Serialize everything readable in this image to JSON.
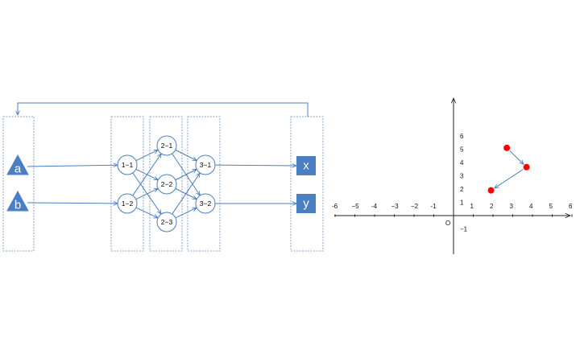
{
  "network": {
    "inputs": [
      {
        "id": "a",
        "label": "a"
      },
      {
        "id": "b",
        "label": "b"
      }
    ],
    "layers": [
      [
        {
          "id": "1-1",
          "label": "1−1"
        },
        {
          "id": "1-2",
          "label": "1−2"
        }
      ],
      [
        {
          "id": "2-1",
          "label": "2−1"
        },
        {
          "id": "2-2",
          "label": "2−2"
        },
        {
          "id": "2-3",
          "label": "2−3"
        }
      ],
      [
        {
          "id": "3-1",
          "label": "3−1"
        },
        {
          "id": "3-2",
          "label": "3−2"
        }
      ]
    ],
    "outputs": [
      {
        "id": "x",
        "label": "x"
      },
      {
        "id": "y",
        "label": "y"
      }
    ],
    "colors": {
      "shape_fill": "#4a7fc1",
      "line": "#4a7fc1",
      "dashed": "#8aa3c8"
    }
  },
  "plot": {
    "origin_label": "O",
    "x_tick_labels": [
      {
        "value": -6,
        "text": "-6"
      },
      {
        "value": -5,
        "text": "−5"
      },
      {
        "value": -4,
        "text": "-4"
      },
      {
        "value": -3,
        "text": "−3"
      },
      {
        "value": -2,
        "text": "−2"
      },
      {
        "value": -1,
        "text": "-1"
      },
      {
        "value": 1,
        "text": "1"
      },
      {
        "value": 2,
        "text": "2"
      },
      {
        "value": 3,
        "text": "3"
      },
      {
        "value": 4,
        "text": "4"
      },
      {
        "value": 5,
        "text": "5"
      },
      {
        "value": 6,
        "text": "6"
      }
    ],
    "y_tick_labels": [
      {
        "value": 6,
        "text": "6"
      },
      {
        "value": 5,
        "text": "5"
      },
      {
        "value": 4,
        "text": "4"
      },
      {
        "value": 3,
        "text": "3"
      },
      {
        "value": 2,
        "text": "2"
      },
      {
        "value": 1,
        "text": "1"
      },
      {
        "value": -1,
        "text": "−1"
      }
    ],
    "points": [
      {
        "x": 2.7,
        "y": 5.1
      },
      {
        "x": 3.7,
        "y": 3.65
      },
      {
        "x": 1.9,
        "y": 1.9
      }
    ],
    "arrows": [
      {
        "from": 0,
        "to": 1
      },
      {
        "from": 1,
        "to": 2
      }
    ],
    "point_color": "#ff0000",
    "arrow_color": "#4a7fc1"
  }
}
